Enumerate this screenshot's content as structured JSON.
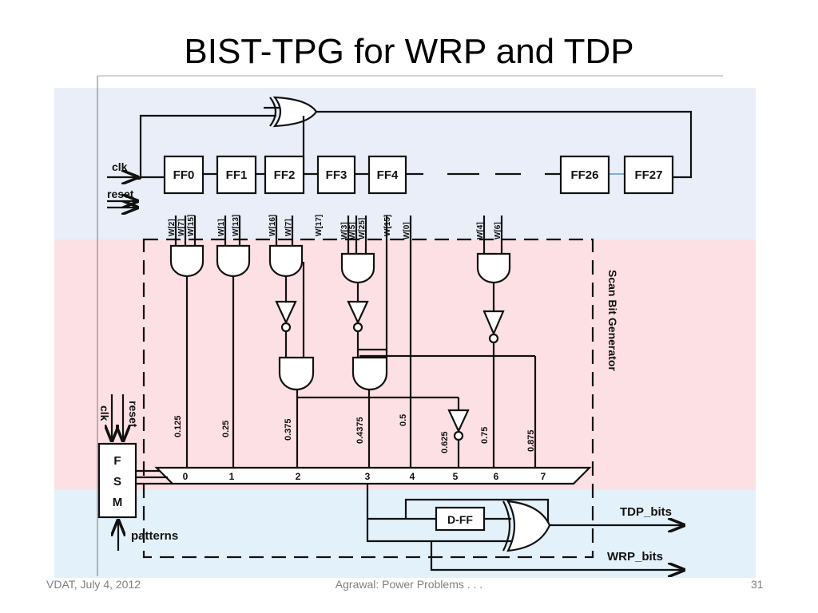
{
  "slide": {
    "title": "BIST-TPG for WRP and TDP",
    "footer_left": "VDAT, July 4, 2012",
    "footer_center": "Agrawal: Power Problems . . .",
    "footer_right": "31"
  },
  "diagram": {
    "inputs": {
      "clk": "clk",
      "reset": "reset"
    },
    "flip_flops": [
      "FF0",
      "FF1",
      "FF2",
      "FF3",
      "FF4",
      "FF26",
      "FF27"
    ],
    "tap_labels": {
      "g1": [
        "W[2]",
        "W[7]",
        "W[15]"
      ],
      "g2": [
        "W[1]",
        "W[13]"
      ],
      "g3": [
        "W[16]",
        "W[7]"
      ],
      "g4": [
        "W[17]"
      ],
      "g5": [
        "W[3]",
        "W[5]",
        "W[25]"
      ],
      "g6": [
        "W[15]"
      ],
      "g7": [
        "W[0]"
      ],
      "g8": [
        "W[4]",
        "W[6]"
      ]
    },
    "scan_label": "Scan Bit Generator",
    "fsm": {
      "f": "F",
      "s": "S",
      "m": "M",
      "clk": "clk",
      "reset": "reset",
      "patterns": "patterns"
    },
    "probabilities": [
      "0.125",
      "0.25",
      "0.375",
      "0.4375",
      "0.5",
      "0.625",
      "0.75",
      "0.875"
    ],
    "mux_inputs": [
      "0",
      "1",
      "2",
      "3",
      "4",
      "5",
      "6",
      "7"
    ],
    "dff": "D-FF",
    "outputs": {
      "tdp": "TDP_bits",
      "wrp": "WRP_bits"
    },
    "colors": {
      "top_band": "#e9eef8",
      "mid_band": "#fde0e4",
      "bottom_band": "#e3f1fa"
    }
  }
}
